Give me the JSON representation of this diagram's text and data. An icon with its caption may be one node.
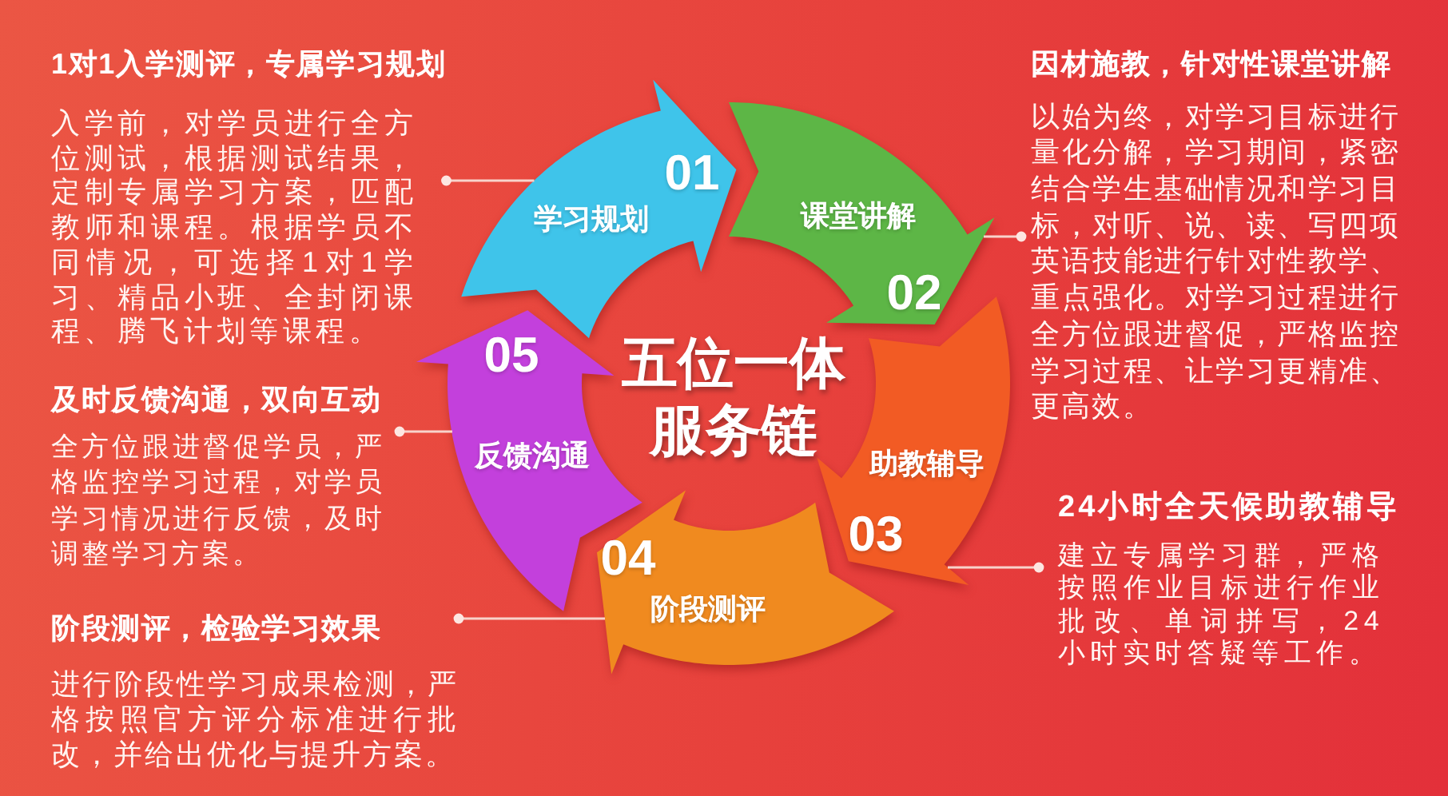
{
  "diagram": {
    "title": "五位一体服务链",
    "nodes": [
      {
        "text": [
          "01",
          "学习规划"
        ]
      },
      {
        "text": [
          "课堂讲解",
          "02"
        ]
      },
      {
        "text": [
          "助教辅导",
          "03"
        ]
      },
      {
        "text": [
          "04",
          "阶段测评"
        ]
      },
      {
        "text": [
          "05",
          "反馈沟通"
        ]
      },
      {
        "text": [
          "1对1入学测评，专属学习规划",
          "入学前，对学员进行全方位测试，根据测试结果，定制专属学习方案，匹配教师和课程。根据学员不同情况，可选择1对1学习、精品小班、全封闭课程、腾飞计划等课程。"
        ]
      },
      {
        "text": [
          "因材施教，针对性课堂讲解",
          "以始为终，对学习目标进行量化分解，学习期间，紧密结合学生基础情况和学习目标，对听、说、读、写四项英语技能进行针对性教学、重点强化。对学习过程进行全方位跟进督促，严格监控学习过程、让学习更精准、更高效。"
        ]
      },
      {
        "text": [
          "及时反馈沟通，双向互动",
          "全方位跟进督促学员，严格监控学习过程，对学员学习情况进行反馈，及时调整学习方案。"
        ]
      },
      {
        "text": [
          "24小时全天候助教辅导",
          "建立专属学习群，严格按照作业目标进行作业批改、单词拼写，24小时实时答疑等工作。"
        ]
      },
      {
        "text": [
          "阶段测评，检验学习效果",
          "进行阶段性学习成果检测，严格按照官方评分标准进行批改，并给出优化与提升方案。"
        ]
      }
    ],
    "edges": [
      {
        "from": 5,
        "to": 0,
        "arrow": "other"
      },
      {
        "from": 6,
        "to": 1,
        "arrow": "other"
      },
      {
        "from": 7,
        "to": 4,
        "arrow": "other"
      },
      {
        "from": 8,
        "to": 2,
        "arrow": "other"
      },
      {
        "from": 9,
        "to": 3,
        "arrow": "other"
      }
    ]
  }
}
